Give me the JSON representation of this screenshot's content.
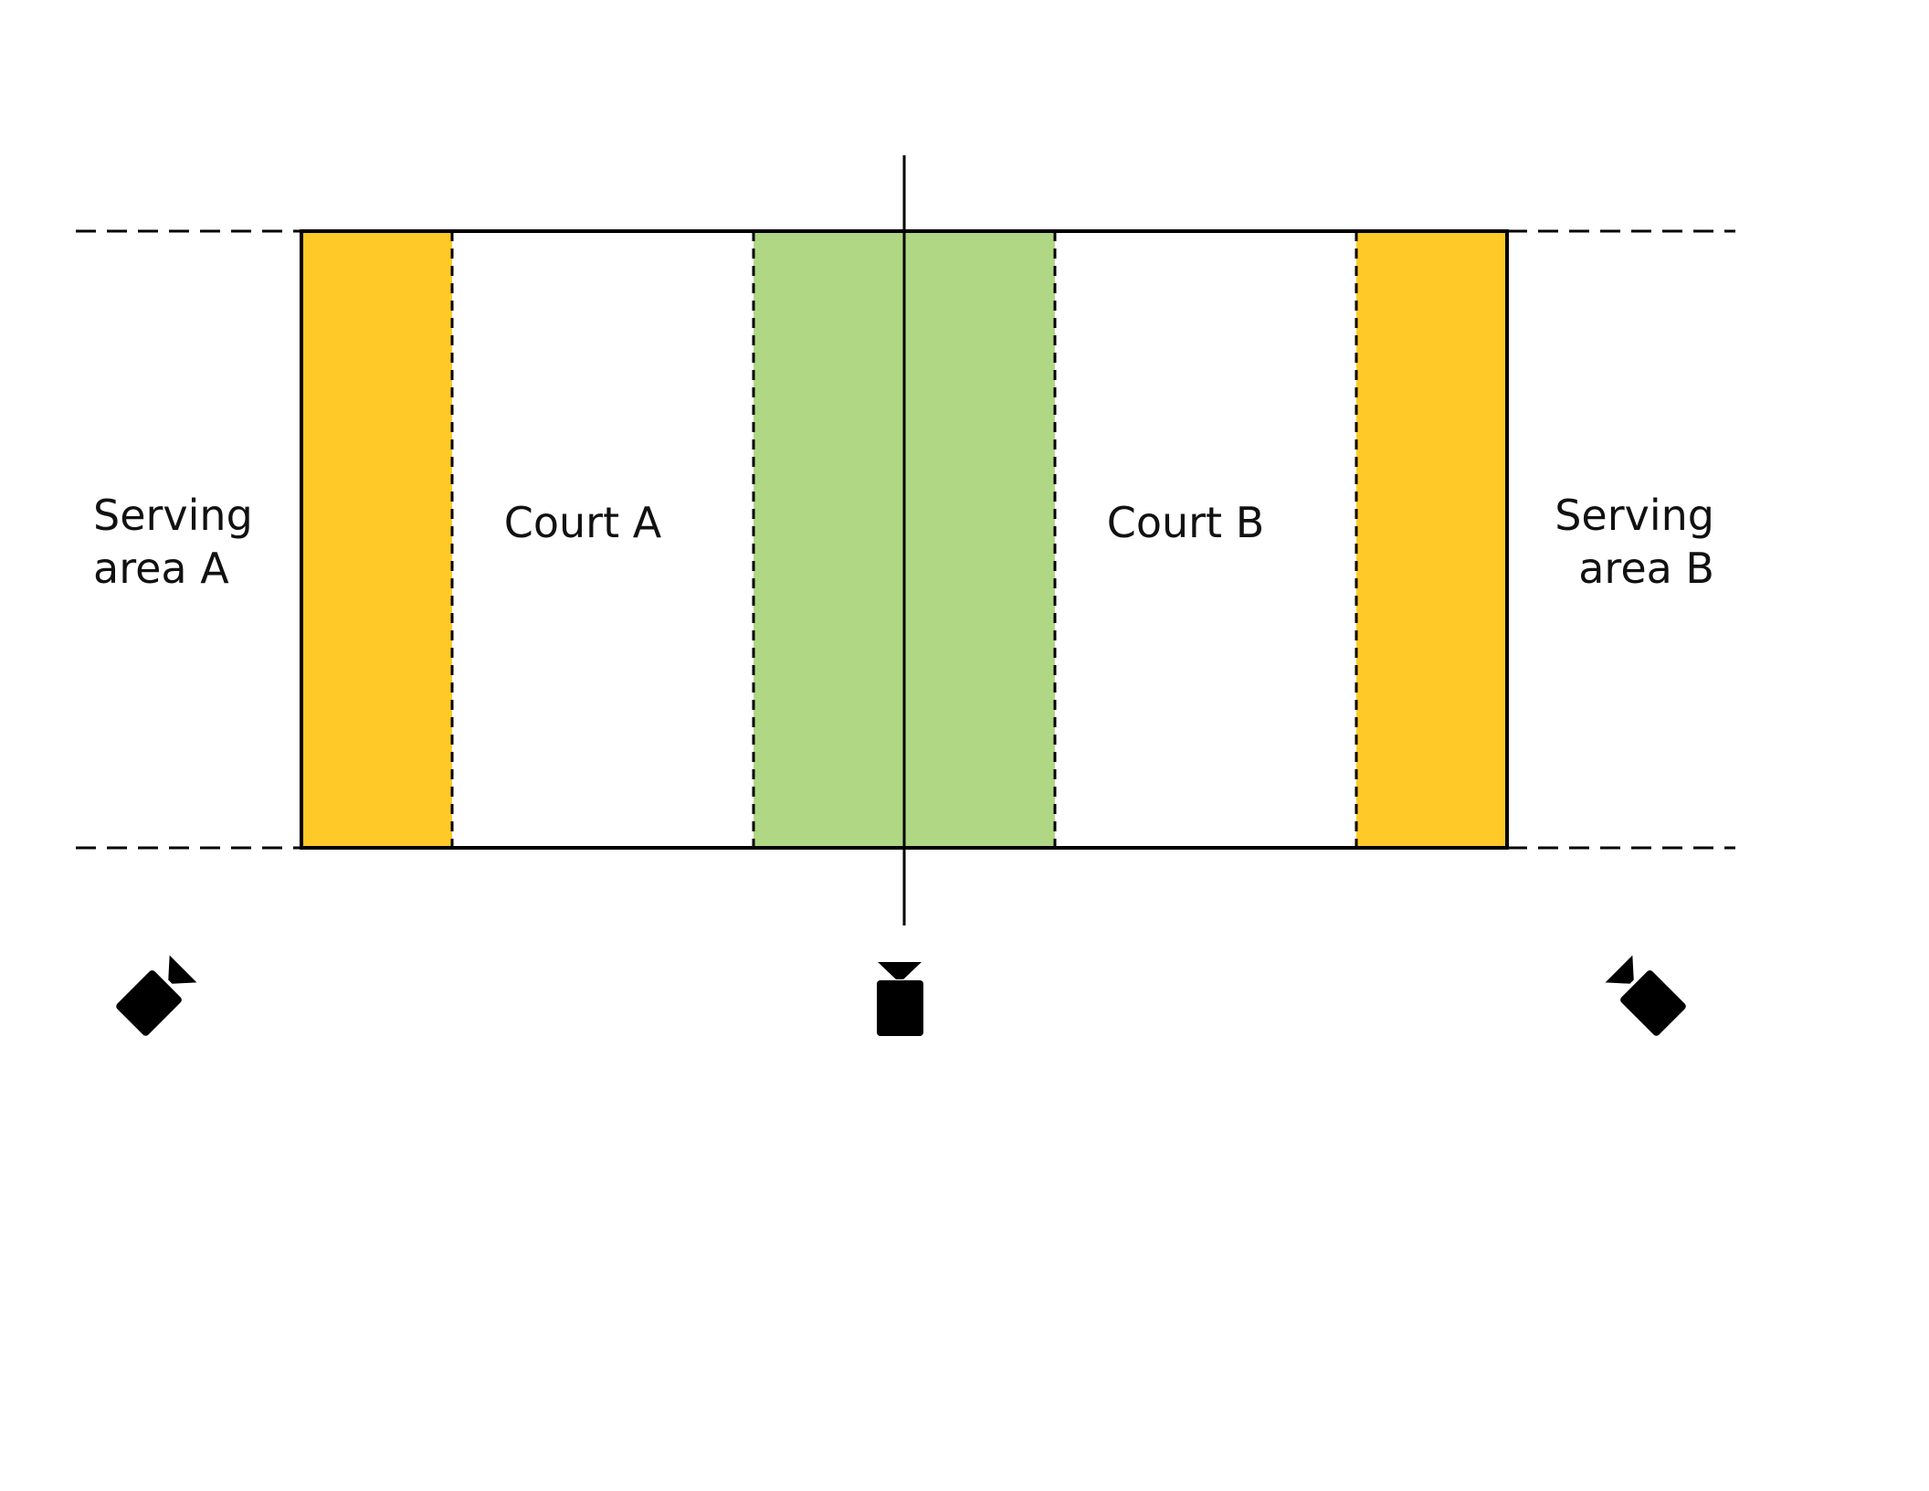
{
  "labels": {
    "serving_area_a_line1": "Serving",
    "serving_area_a_line2": "area A",
    "court_a": "Court A",
    "court_b": "Court B",
    "serving_area_b_line1": "Serving",
    "serving_area_b_line2": "area B"
  },
  "colors": {
    "serving_zone": "#FFC928",
    "center_zone": "#B0D784",
    "line": "#000000"
  },
  "icons": {
    "camera_left": "camera-icon",
    "camera_center": "camera-icon",
    "camera_right": "camera-icon"
  }
}
